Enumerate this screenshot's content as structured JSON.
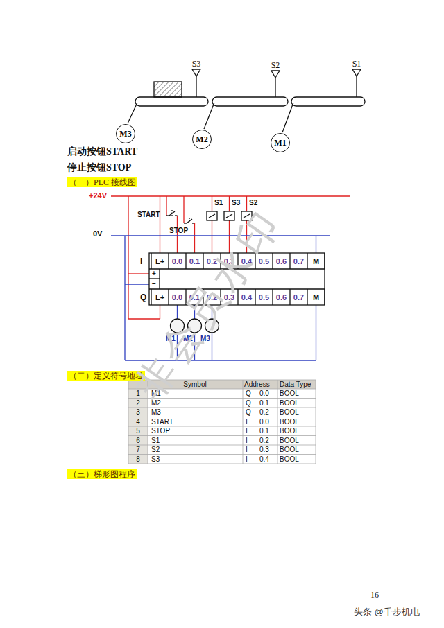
{
  "diagram": {
    "nodes": [
      {
        "text": [
          "M3"
        ]
      },
      {
        "text": [
          "M2"
        ]
      },
      {
        "text": [
          "M1"
        ]
      }
    ],
    "labels": [
      "S3",
      "S2",
      "S1",
      "启动按钮START",
      "停止按钮STOP",
      "（一）PLC 接线图",
      "+24V",
      "START",
      "STOP",
      "S1",
      "S3",
      "S2",
      "0V",
      "I",
      "L+",
      "0.0",
      "0.1",
      "0.2",
      "0.3",
      "0.4",
      "0.5",
      "0.6",
      "0.7",
      "M",
      "+",
      "−",
      "Q",
      "L+",
      "0.0",
      "0.1",
      "0.2",
      "0.3",
      "0.4",
      "0.5",
      "0.6",
      "0.7",
      "M",
      "M1",
      "M2",
      "M3",
      "（二）定义符号地址",
      "Symbol",
      "Address",
      "Data Type",
      "1",
      "M1",
      "Q",
      "0.0",
      "BOOL",
      "2",
      "M2",
      "Q",
      "0.1",
      "BOOL",
      "3",
      "M3",
      "Q",
      "0.2",
      "BOOL",
      "4",
      "START",
      "I",
      "0.0",
      "BOOL",
      "5",
      "STOP",
      "I",
      "0.1",
      "BOOL",
      "6",
      "S1",
      "I",
      "0.2",
      "BOOL",
      "7",
      "S2",
      "I",
      "0.3",
      "BOOL",
      "8",
      "S3",
      "I",
      "0.4",
      "BOOL",
      "（三）梯形图程序",
      "16",
      "头条 @千步机电",
      "非会员水印"
    ]
  }
}
